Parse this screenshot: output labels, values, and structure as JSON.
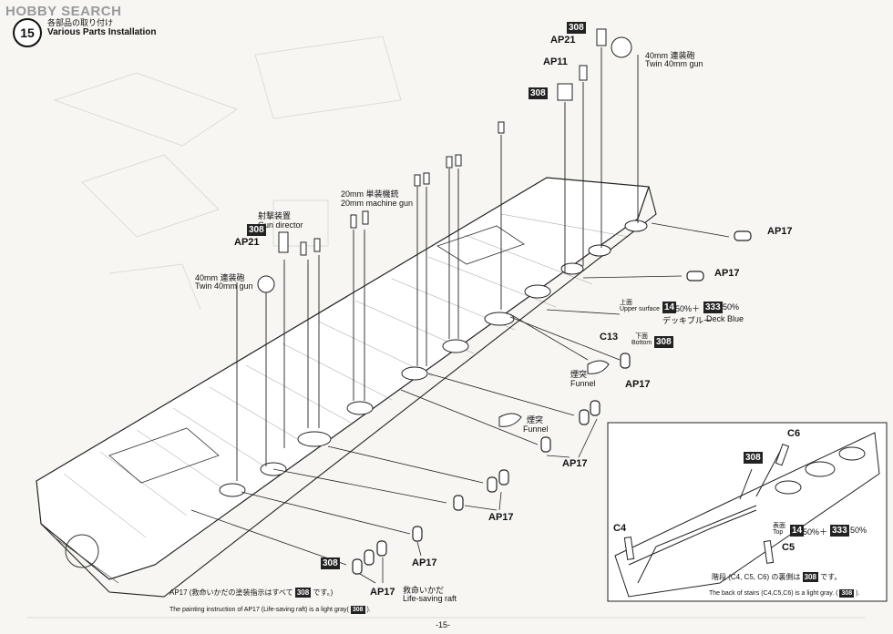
{
  "watermark": "HOBBY SEARCH",
  "step": {
    "number": "15",
    "title_jp": "各部品の取り付け",
    "title_en": "Various Parts Installation"
  },
  "callouts": {
    "paint_308": "308",
    "paint_14": "14",
    "paint_333": "333",
    "ap21_top": "AP21",
    "ap11": "AP11",
    "twin40_top_jp": "40mm 連装砲",
    "twin40_top_en": "Twin 40mm gun",
    "mg20_jp": "20mm 単装機銃",
    "mg20_en": "20mm machine gun",
    "gundir_jp": "射撃装置",
    "gundir_en": "Gun director",
    "ap21_left": "AP21",
    "twin40_left_jp": "40mm 連装砲",
    "twin40_left_en": "Twin 40mm gun",
    "ap17": "AP17",
    "c13": "C13",
    "upper_jp": "上面",
    "upper_en": "Upper surface",
    "mix_pct1": "50%＋",
    "mix_pct2": "50%",
    "deck_blue_jp": "デッキブルー",
    "deck_blue_en": "Deck Blue",
    "bottom_jp": "下面",
    "bottom_en": "Bottom",
    "funnel_jp": "煙突",
    "funnel_en": "Funnel",
    "raft_jp": "救命いかだ",
    "raft_en": "Life-saving raft",
    "c6": "C6",
    "c4": "C4",
    "c5": "C5",
    "top_jp": "表面",
    "top_en": "Top",
    "note1_jp_a": "AP17 (救命いかだの塗装指示はすべて",
    "note1_jp_b": "です。)",
    "note1_en_a": "The painting instruction of AP17 (Life-saving raft) is a light gray(",
    "note1_en_b": ").",
    "note2_jp_a": "階段 (C4, C5, C6) の裏側は",
    "note2_jp_b": "です。",
    "note2_en_a": "The back of stairs (C4,C5,C6) is a light gray. (",
    "note2_en_b": ")."
  },
  "page_number": "-15-"
}
